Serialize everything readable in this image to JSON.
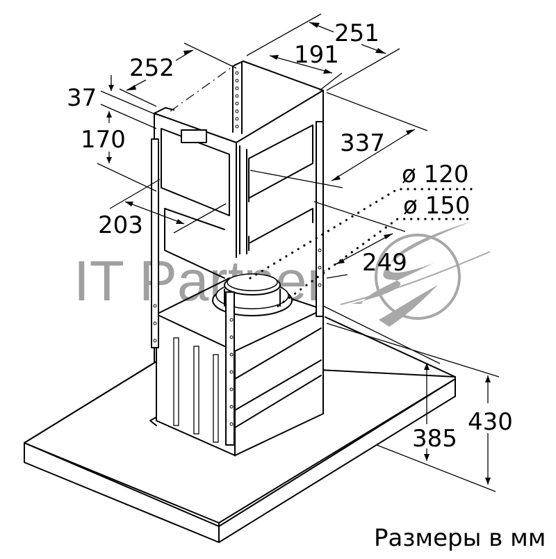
{
  "diagram": {
    "subject": "Island cooker hood installation dimensions",
    "dimensions": {
      "width_outer_top": "251",
      "width_inner_top": "191",
      "depth_top": "252",
      "top_offset": "37",
      "frame_height_upper": "170",
      "frame_depth_lower": "203",
      "frame_side_depth": "337",
      "duct_depth": "249",
      "duct_diameter_small": "ø 120",
      "duct_diameter_large": "ø 150",
      "canopy_inner_height": "385",
      "canopy_total_height": "430"
    },
    "caption": "Размеры в мм",
    "watermark": {
      "text": "IT Partner",
      "color": "#a0a0a0"
    }
  }
}
